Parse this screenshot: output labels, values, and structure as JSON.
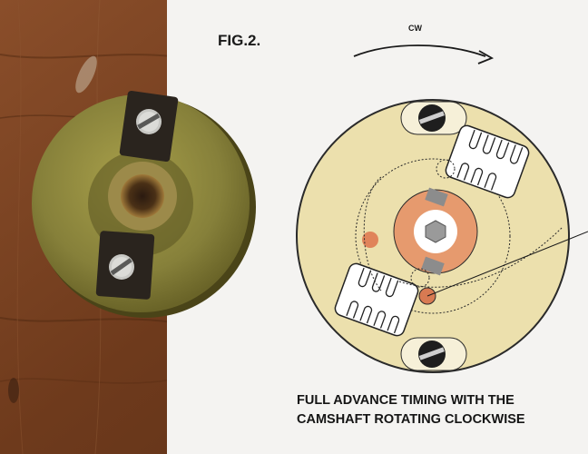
{
  "figure": {
    "label": "FIG.2.",
    "direction_label": "CW",
    "caption_line1": "FULL ADVANCE TIMING WITH THE",
    "caption_line2": "CAMSHAFT ROTATING CLOCKWISE"
  },
  "colors": {
    "wood": "#7a4424",
    "paper": "#f4f3f1",
    "disc": "#ece0ad",
    "hub_orange": "#e69a6e",
    "brass": "#8f8a3a",
    "clamp": "#2a241e"
  }
}
